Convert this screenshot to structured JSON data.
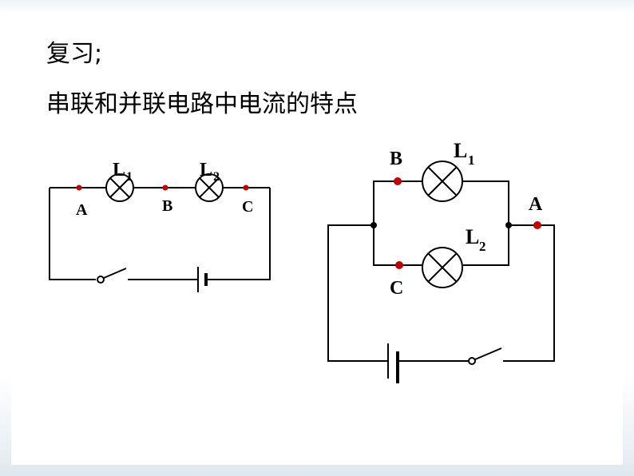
{
  "review_heading": "复习;",
  "subtitle": "串联和并联电路中电流的特点",
  "series_circuit": {
    "lamps": [
      {
        "letter": "L",
        "sub": "1"
      },
      {
        "letter": "L",
        "sub": "2"
      }
    ],
    "points": [
      "A",
      "B",
      "C"
    ]
  },
  "parallel_circuit": {
    "lamps": [
      {
        "letter": "L",
        "sub": "1"
      },
      {
        "letter": "L",
        "sub": "2"
      }
    ],
    "points": [
      "A",
      "B",
      "C"
    ]
  },
  "colors": {
    "wire": "#000000",
    "test_point": "#c00000"
  }
}
